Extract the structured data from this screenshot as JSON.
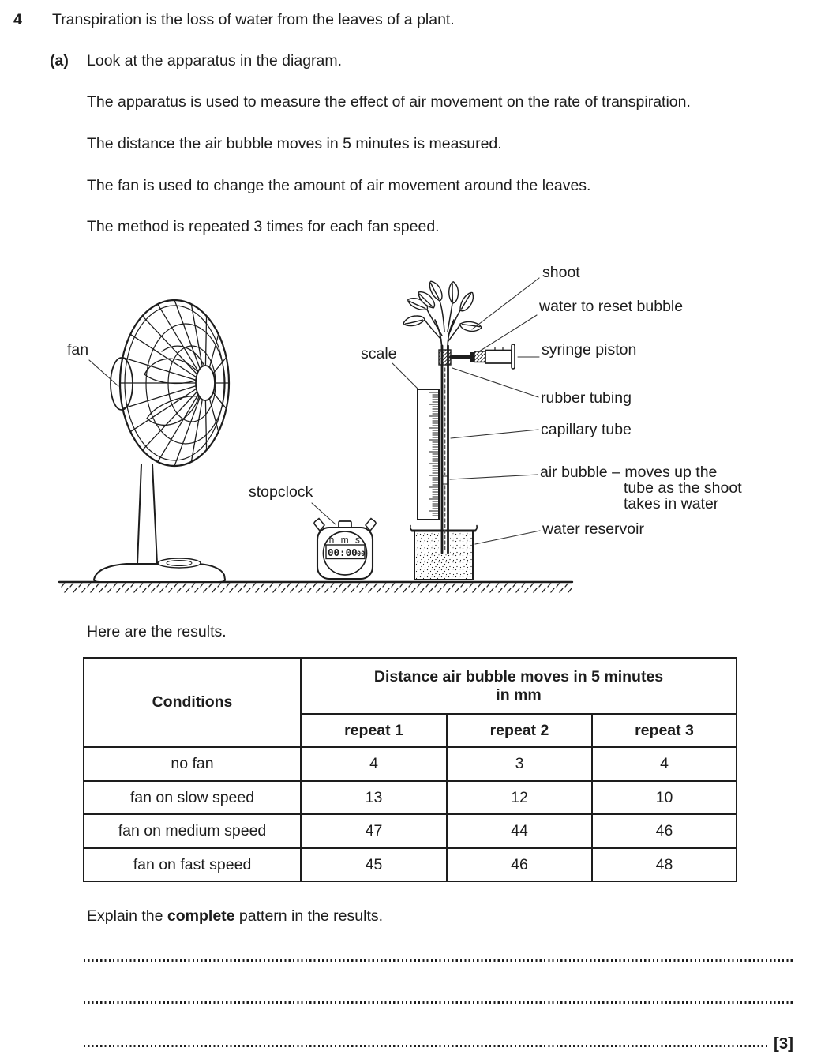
{
  "question": {
    "number": "4",
    "intro": "Transpiration is the loss of water from the leaves of a plant.",
    "part": {
      "label": "(a)",
      "text": "Look at the apparatus in the diagram."
    },
    "paragraphs": [
      "The apparatus is used to measure the effect of air movement on the rate of transpiration.",
      "The distance the air bubble moves in 5 minutes is measured.",
      "The fan is used to change the amount of air movement around the leaves.",
      "The method is repeated 3 times for each fan speed."
    ]
  },
  "diagram": {
    "labels": {
      "fan": "fan",
      "scale": "scale",
      "stopclock": "stopclock",
      "shoot": "shoot",
      "water_reset": "water to reset bubble",
      "syringe_piston": "syringe piston",
      "rubber_tubing": "rubber tubing",
      "capillary_tube": "capillary tube",
      "air_bubble_l1": "air bubble – moves up the",
      "air_bubble_l2": "tube as the shoot",
      "air_bubble_l3": "takes in water",
      "water_reservoir": "water reservoir"
    },
    "stopclock": {
      "units": "h m s",
      "time": "00:00",
      "time_frac": "00"
    }
  },
  "results": {
    "intro": "Here are the results.",
    "table": {
      "conditions_header": "Conditions",
      "span_header_l1": "Distance air bubble moves in 5 minutes",
      "span_header_l2": "in mm",
      "repeat_headers": [
        "repeat 1",
        "repeat 2",
        "repeat 3"
      ],
      "rows": [
        {
          "condition": "no fan",
          "values": [
            "4",
            "3",
            "4"
          ]
        },
        {
          "condition": "fan on slow speed",
          "values": [
            "13",
            "12",
            "10"
          ]
        },
        {
          "condition": "fan on medium speed",
          "values": [
            "47",
            "44",
            "46"
          ]
        },
        {
          "condition": "fan on fast speed",
          "values": [
            "45",
            "46",
            "48"
          ]
        }
      ]
    }
  },
  "answer": {
    "prompt_prefix": "Explain the ",
    "prompt_bold": "complete",
    "prompt_suffix": " pattern in the results.",
    "marks": "[3]"
  }
}
